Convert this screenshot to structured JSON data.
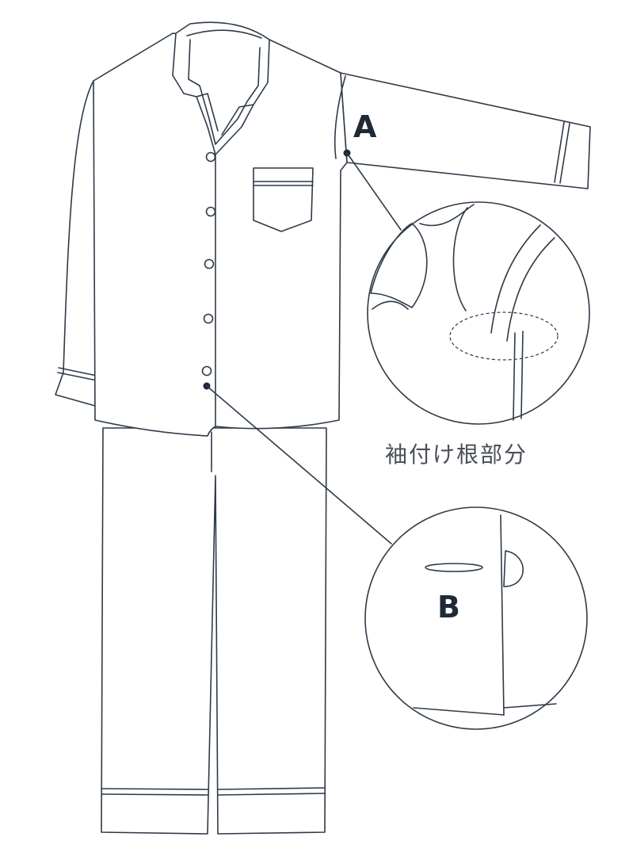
{
  "labels": {
    "a": "A",
    "b": "B",
    "caption": "袖付け根部分"
  },
  "colors": {
    "line": "#2f3a48",
    "background": "#ffffff",
    "caption_text": "#4a4f57"
  }
}
